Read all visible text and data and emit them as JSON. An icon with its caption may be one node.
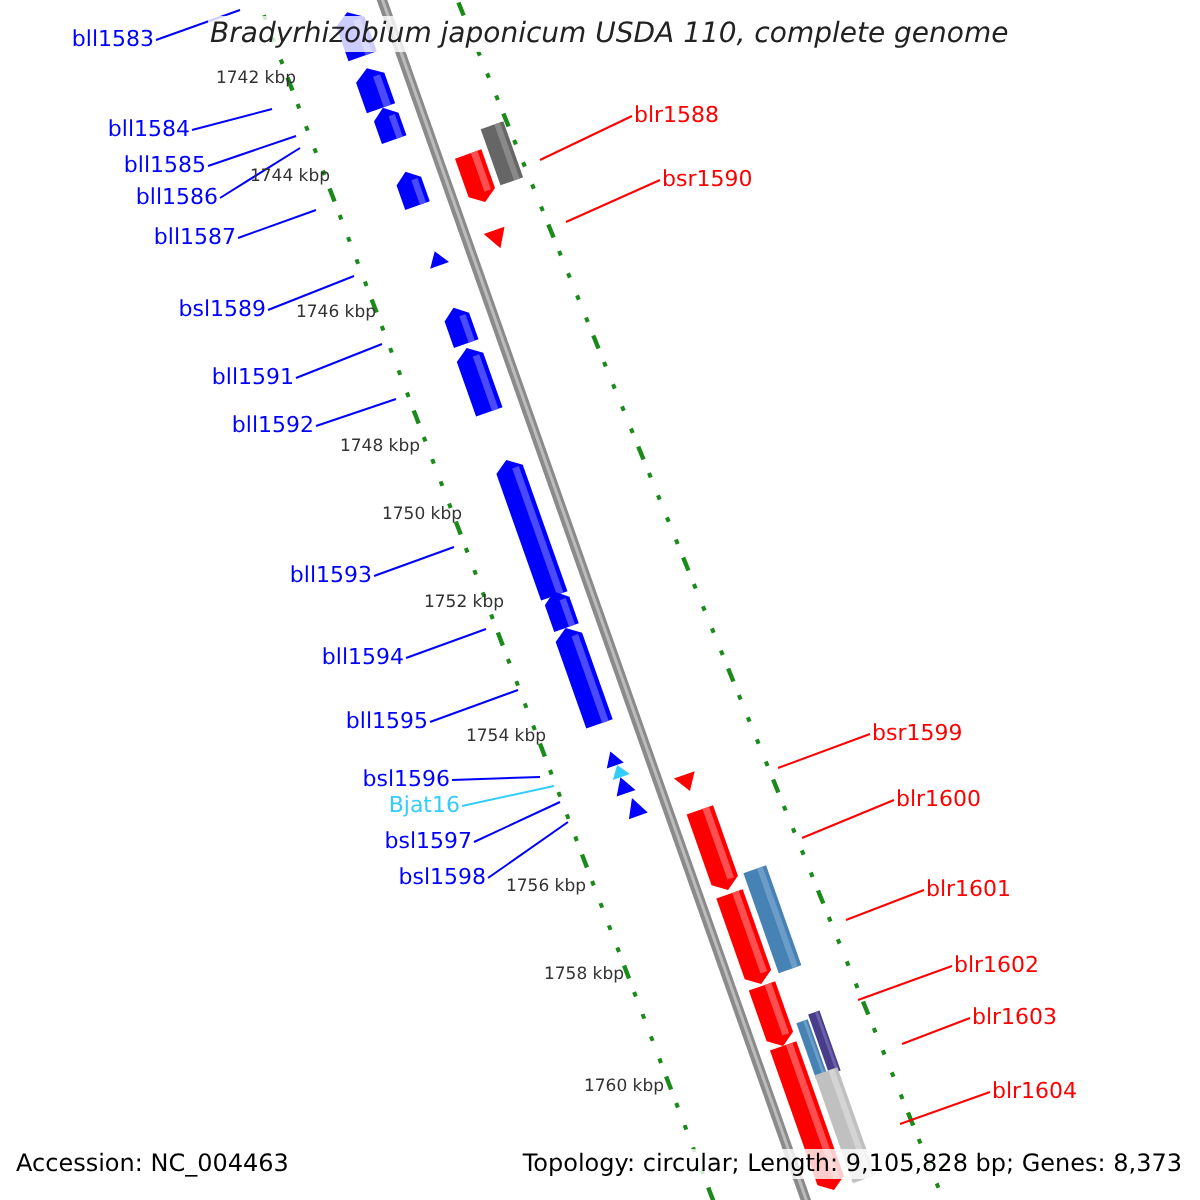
{
  "diagram": {
    "title": "Bradyrhizobium japonicum USDA 110, complete genome",
    "nodes": [
      {
        "text": [
          "bll1583"
        ]
      },
      {
        "text": [
          "bll1584"
        ]
      },
      {
        "text": [
          "blr1588"
        ]
      },
      {
        "text": [
          "bll1585"
        ]
      },
      {
        "text": [
          "bll1586"
        ]
      },
      {
        "text": [
          "bsr1590"
        ]
      },
      {
        "text": [
          "bll1587"
        ]
      },
      {
        "text": [
          "bsl1589"
        ]
      },
      {
        "text": [
          "bll1591"
        ]
      },
      {
        "text": [
          "bll1592"
        ]
      },
      {
        "text": [
          "bll1593"
        ]
      },
      {
        "text": [
          "bll1594"
        ]
      },
      {
        "text": [
          "bll1595"
        ]
      },
      {
        "text": [
          "bsr1599"
        ]
      },
      {
        "text": [
          "bsl1596"
        ]
      },
      {
        "text": [
          "blr1600"
        ]
      },
      {
        "text": [
          "Bjat16"
        ]
      },
      {
        "text": [
          "bsl1597"
        ]
      },
      {
        "text": [
          "bsl1598"
        ]
      },
      {
        "text": [
          "blr1601"
        ]
      },
      {
        "text": [
          "blr1602"
        ]
      },
      {
        "text": [
          "blr1603"
        ]
      },
      {
        "text": [
          "blr1604"
        ]
      }
    ],
    "edges": [
      {
        "from": 0,
        "to": null,
        "arrow": "none"
      },
      {
        "from": 1,
        "to": null,
        "arrow": "none"
      },
      {
        "from": 2,
        "to": null,
        "arrow": "none",
        "color": "#ff0000"
      },
      {
        "from": 3,
        "to": null,
        "arrow": "none"
      },
      {
        "from": 4,
        "to": null,
        "arrow": "none"
      },
      {
        "from": 5,
        "to": null,
        "arrow": "none",
        "color": "#ff0000"
      },
      {
        "from": 6,
        "to": null,
        "arrow": "none"
      },
      {
        "from": 7,
        "to": null,
        "arrow": "none"
      },
      {
        "from": 8,
        "to": null,
        "arrow": "none"
      },
      {
        "from": 9,
        "to": null,
        "arrow": "none"
      },
      {
        "from": 10,
        "to": null,
        "arrow": "none"
      },
      {
        "from": 11,
        "to": null,
        "arrow": "none"
      },
      {
        "from": 12,
        "to": null,
        "arrow": "none"
      },
      {
        "from": 13,
        "to": null,
        "arrow": "none",
        "color": "#ff0000"
      },
      {
        "from": 14,
        "to": null,
        "arrow": "none"
      },
      {
        "from": 15,
        "to": null,
        "arrow": "none",
        "color": "#ff0000"
      },
      {
        "from": 16,
        "to": null,
        "arrow": "none",
        "color": "#33ccff"
      },
      {
        "from": 17,
        "to": null,
        "arrow": "none"
      },
      {
        "from": 18,
        "to": null,
        "arrow": "none"
      },
      {
        "from": 19,
        "to": null,
        "arrow": "none",
        "color": "#ff0000"
      },
      {
        "from": 20,
        "to": null,
        "arrow": "none",
        "color": "#ff0000"
      },
      {
        "from": 21,
        "to": null,
        "arrow": "none",
        "color": "#ff0000"
      },
      {
        "from": 22,
        "to": null,
        "arrow": "none",
        "color": "#ff0000"
      }
    ],
    "labels": [
      "1742 kbp",
      "1744 kbp",
      "1746 kbp",
      "1748 kbp",
      "1750 kbp",
      "1752 kbp",
      "1754 kbp",
      "1756 kbp",
      "1758 kbp",
      "1760 kbp",
      "Accession: NC_004463",
      "Topology: circular; Length: 9,105,828 bp; Genes: 8,373"
    ]
  }
}
